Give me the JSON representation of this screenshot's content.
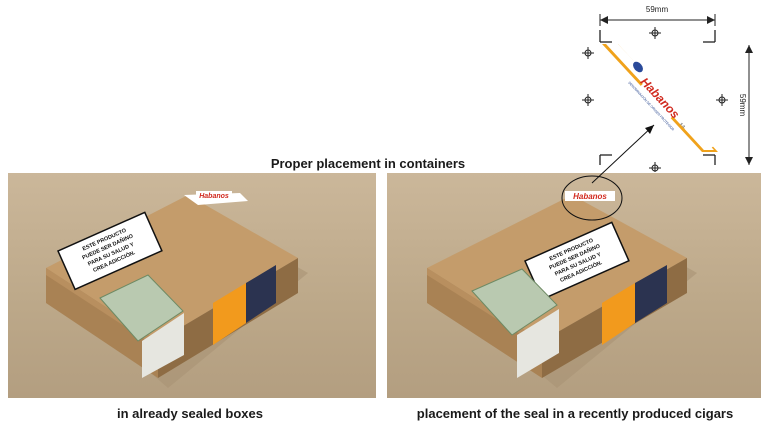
{
  "heading": "Proper placement  in containers",
  "left_caption": "in already sealed boxes",
  "right_caption": "placement of the seal in a recently produced cigars",
  "seal": {
    "brand": "Habanos",
    "suffix": "s.a.",
    "tagline": "DENOMINACIÓN DE ORIGEN PROTEGIDA",
    "width_label": "59mm",
    "height_label": "59mm"
  },
  "warning_label": {
    "line1": "ESTE PRODUCTO",
    "line2": "PUEDE SER DAÑINO",
    "line3": "PARA SU SALUD Y",
    "line4": "CREA ADICCIÓN."
  },
  "colors": {
    "seal_red": "#d12a1f",
    "seal_orange": "#f0a21b",
    "cardboard": "#b69568",
    "background_photo": "#c2ae90",
    "band_orange": "#f29a1d",
    "band_blue": "#2b3350"
  }
}
